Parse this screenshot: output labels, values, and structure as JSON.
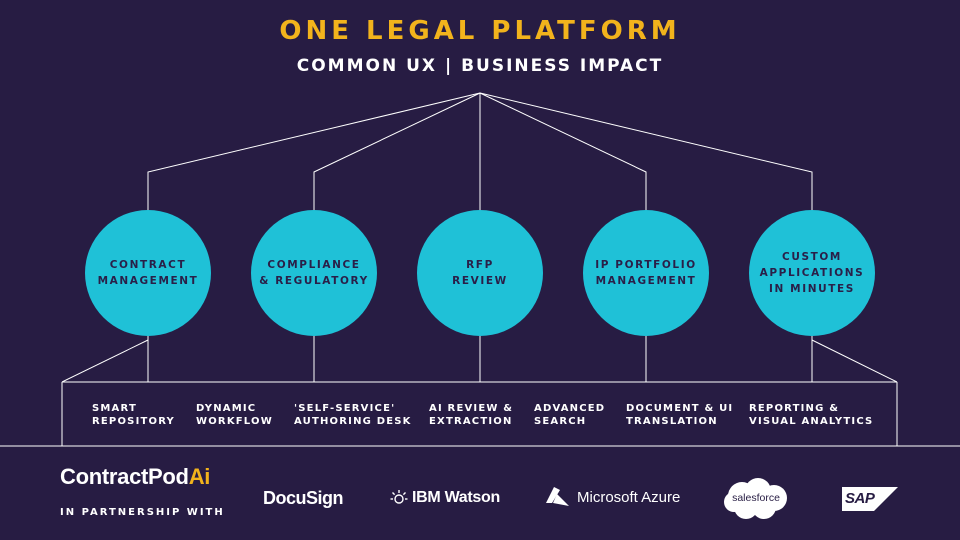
{
  "header": {
    "title": "ONE LEGAL PLATFORM",
    "subtitle": "COMMON UX | BUSINESS IMPACT"
  },
  "modules": [
    {
      "label": "CONTRACT\nMANAGEMENT"
    },
    {
      "label": "COMPLIANCE\n& REGULATORY"
    },
    {
      "label": "RFP\nREVIEW"
    },
    {
      "label": "IP PORTFOLIO\nMANAGEMENT"
    },
    {
      "label": "CUSTOM\nAPPLICATIONS\nIN MINUTES"
    }
  ],
  "features": [
    {
      "label": "SMART\nREPOSITORY"
    },
    {
      "label": "DYNAMIC\nWORKFLOW"
    },
    {
      "label": "'SELF-SERVICE'\nAUTHORING DESK"
    },
    {
      "label": "AI REVIEW &\nEXTRACTION"
    },
    {
      "label": "ADVANCED\nSEARCH"
    },
    {
      "label": "DOCUMENT & UI\nTRANSLATION"
    },
    {
      "label": "REPORTING &\nVISUAL ANALYTICS"
    }
  ],
  "footer": {
    "brand_main": "ContractPod",
    "brand_ai": "Ai",
    "partnership": "IN PARTNERSHIP WITH",
    "partners": {
      "docusign": "DocuSign",
      "ibm_watson": "IBM Watson",
      "microsoft_azure": "Microsoft Azure",
      "salesforce": "salesforce",
      "sap": "SAP"
    }
  },
  "colors": {
    "background": "#271c43",
    "accent_gold": "#f2b31c",
    "circle_cyan": "#1fc1d7",
    "line_white": "#ffffff"
  }
}
